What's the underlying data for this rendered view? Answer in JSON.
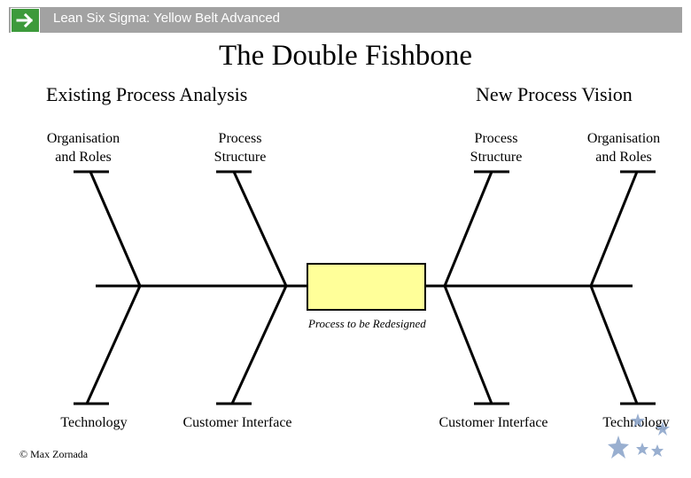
{
  "header": {
    "title": "Lean Six Sigma: Yellow Belt Advanced",
    "icon": "arrow-right-icon",
    "bar_color": "#a2a2a2",
    "icon_color": "#3d9a3b"
  },
  "slide": {
    "title": "The Double Fishbone"
  },
  "existing": {
    "heading": "Existing Process Analysis",
    "top_left": "Organisation\nand Roles",
    "top_right": "Process\nStructure",
    "bottom_left": "Technology",
    "bottom_right": "Customer Interface"
  },
  "new_vision": {
    "heading": "New Process Vision",
    "top_left": "Process\nStructure",
    "top_right": "Organisation\nand Roles",
    "bottom_left": "Customer Interface",
    "bottom_right": "Technology"
  },
  "center": {
    "caption": "Process to be Redesigned",
    "box_color": "#ffff99"
  },
  "footer": {
    "copyright": "© Max Zornada",
    "decoration": "stars-icon"
  }
}
